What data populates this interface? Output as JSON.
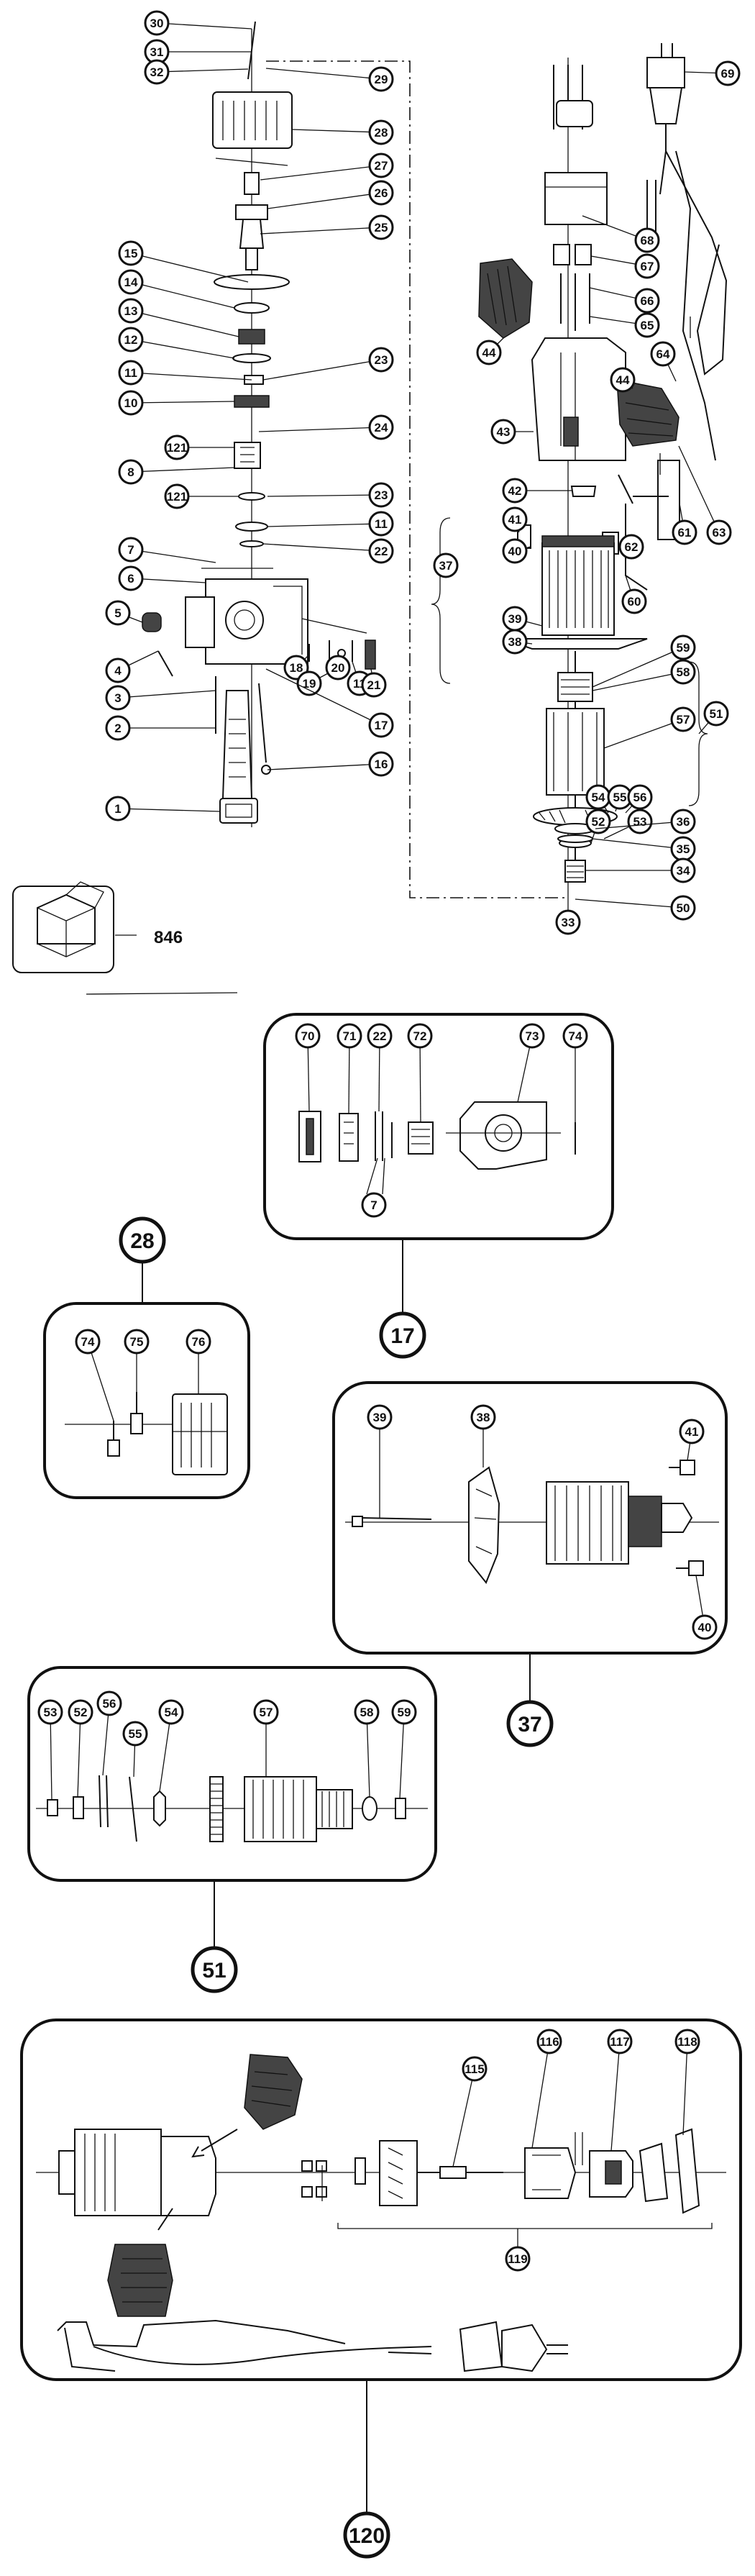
{
  "main_callouts": [
    "30",
    "31",
    "32",
    "29",
    "28",
    "27",
    "26",
    "25",
    "15",
    "14",
    "13",
    "12",
    "23",
    "11",
    "10",
    "24",
    "121",
    "8",
    "121",
    "23",
    "11",
    "22",
    "7",
    "6",
    "5",
    "4",
    "3",
    "2",
    "1",
    "18",
    "19",
    "20",
    "11",
    "21",
    "17",
    "16",
    "846",
    "69",
    "68",
    "67",
    "66",
    "65",
    "64",
    "44",
    "44",
    "63",
    "43",
    "61",
    "42",
    "41",
    "40",
    "37",
    "62",
    "60",
    "39",
    "38",
    "59",
    "58",
    "57",
    "51",
    "54",
    "55",
    "56",
    "52",
    "53",
    "36",
    "35",
    "34",
    "50",
    "33"
  ],
  "box17": {
    "callouts": [
      "70",
      "71",
      "22",
      "72",
      "73",
      "74",
      "7"
    ],
    "label": "17"
  },
  "box28": {
    "callouts": [
      "74",
      "75",
      "76"
    ],
    "label": "28"
  },
  "box37": {
    "callouts": [
      "39",
      "38",
      "41",
      "40"
    ],
    "label": "37"
  },
  "box51": {
    "callouts": [
      "53",
      "52",
      "56",
      "55",
      "54",
      "57",
      "58",
      "59"
    ],
    "label": "51"
  },
  "box120": {
    "callouts": [
      "116",
      "115",
      "117",
      "118",
      "119"
    ],
    "label": "120"
  }
}
